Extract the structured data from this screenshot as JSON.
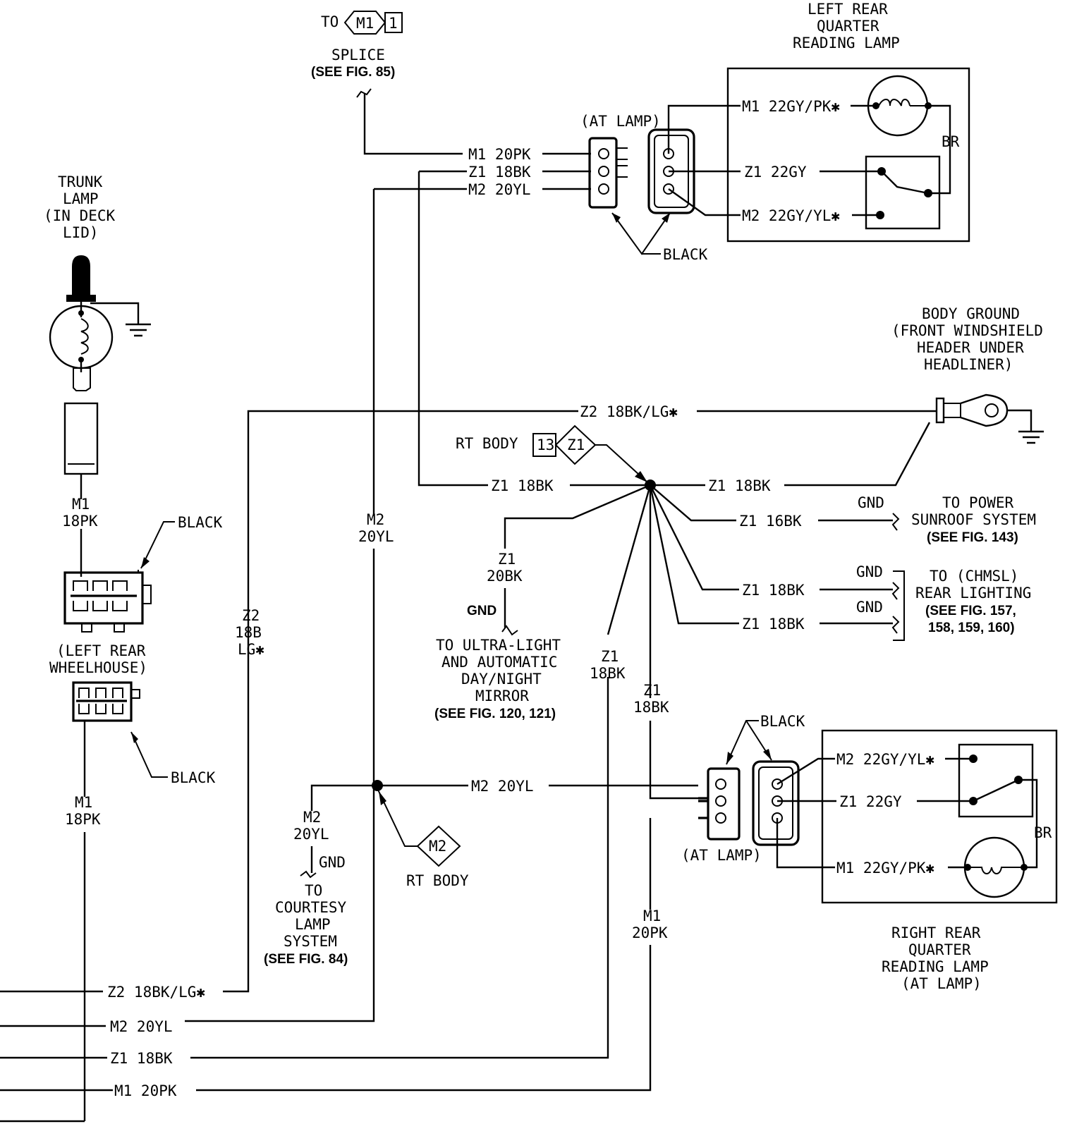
{
  "to_splice": {
    "to": "TO",
    "code": "M1",
    "pin": "1",
    "label": "SPLICE",
    "ref": "(SEE FIG. 85)"
  },
  "left_rear_lamp": {
    "l1": "LEFT REAR",
    "l2": "QUARTER",
    "l3": "READING LAMP"
  },
  "at_lamp_top": "(AT LAMP)",
  "top_wires": {
    "m1": "M1 20PK",
    "z1": "Z1 18BK",
    "m2": "M2 20YL"
  },
  "top_lamp_wires": {
    "m1": "M1 22GY/PK✱",
    "z1": "Z1 22GY",
    "m2": "M2 22GY/YL✱"
  },
  "br": "BR",
  "black": "BLACK",
  "trunk_lamp": {
    "l1": "TRUNK",
    "l2": "LAMP",
    "l3": "(IN DECK",
    "l4": "LID)"
  },
  "body_ground": {
    "l1": "BODY GROUND",
    "l2": "(FRONT WINDSHIELD",
    "l3": "HEADER UNDER",
    "l4": "HEADLINER)"
  },
  "z2_top": "Z2 18BK/LG✱",
  "rt_body_top": {
    "label": "RT BODY",
    "pin": "13",
    "code": "Z1"
  },
  "splice_wires": {
    "left": "Z1 18BK",
    "right": "Z1 18BK",
    "sunroof": "Z1 16BK",
    "chmsl1": "Z1 18BK",
    "chmsl2": "Z1 18BK"
  },
  "gnd": "GND",
  "sunroof": {
    "l1": "TO POWER",
    "l2": "SUNROOF SYSTEM",
    "l3": "(SEE FIG. 143)"
  },
  "chmsl": {
    "l1": "TO (CHMSL)",
    "l2": "REAR LIGHTING",
    "l3": "(SEE FIG. 157,",
    "l4": "158, 159, 160)"
  },
  "mirror_wire": {
    "l1": "Z1",
    "l2": "20BK"
  },
  "mirror": {
    "l1": "TO ULTRA-LIGHT",
    "l2": "AND AUTOMATIC",
    "l3": "DAY/NIGHT",
    "l4": "MIRROR",
    "l5": "(SEE FIG. 120, 121)"
  },
  "vert_labels": {
    "m1_18pk_a": {
      "l1": "M1",
      "l2": "18PK"
    },
    "m2_20yl": {
      "l1": "M2",
      "l2": "20YL"
    },
    "z2": {
      "l1": "Z2",
      "l2": "18B",
      "l3": "LG✱"
    },
    "z1_a": {
      "l1": "Z1",
      "l2": "18BK"
    },
    "z1_b": {
      "l1": "Z1",
      "l2": "18BK"
    },
    "m1_18pk_b": {
      "l1": "M1",
      "l2": "18PK"
    },
    "m1_20pk": {
      "l1": "M1",
      "l2": "20PK"
    },
    "courtesy_m2": {
      "l1": "M2",
      "l2": "20YL"
    }
  },
  "wheelhouse": {
    "l1": "(LEFT REAR",
    "l2": "WHEELHOUSE)"
  },
  "mid_m2": "M2 20YL",
  "rt_body_bottom": {
    "label": "RT BODY",
    "code": "M2"
  },
  "courtesy": {
    "l1": "TO",
    "l2": "COURTESY",
    "l3": "LAMP",
    "l4": "SYSTEM",
    "l5": "(SEE FIG. 84)"
  },
  "right_lamp_wires": {
    "m2": "M2 22GY/YL✱",
    "z1": "Z1 22GY",
    "m1": "M1 22GY/PK✱"
  },
  "at_lamp_bottom": "(AT LAMP)",
  "right_rear_lamp": {
    "l1": "RIGHT REAR",
    "l2": "QUARTER",
    "l3": "READING LAMP",
    "l4": "(AT LAMP)"
  },
  "bottom_wires": {
    "z2": "Z2 18BK/LG✱",
    "m2": "M2 20YL",
    "z1": "Z1 18BK",
    "m1": "M1 20PK"
  }
}
